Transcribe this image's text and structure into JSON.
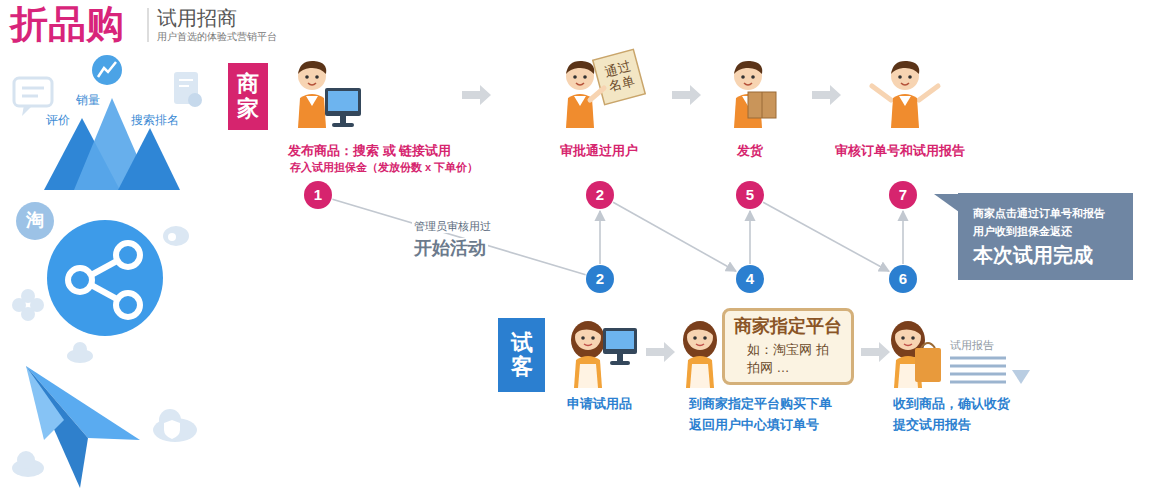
{
  "diagram": {
    "title": "折品购",
    "nodes": [
      {
        "text": [
          "商家"
        ]
      },
      {
        "text": [
          "1"
        ]
      },
      {
        "text": [
          "2"
        ]
      },
      {
        "text": [
          "5"
        ]
      },
      {
        "text": [
          "7"
        ]
      },
      {
        "text": [
          "商家点击通过订单号和报告 用户收到担保金返还",
          "本次试用完成"
        ]
      },
      {
        "text": [
          "2"
        ]
      },
      {
        "text": [
          "4"
        ]
      },
      {
        "text": [
          "6"
        ]
      },
      {
        "text": [
          "试客"
        ]
      },
      {
        "text": [
          "商家指定平台",
          "如：淘宝网 拍拍网 …"
        ]
      }
    ],
    "edges": [
      {
        "from": 1,
        "to": 6,
        "arrow": "none",
        "label": "开始活动"
      },
      {
        "from": 6,
        "to": 2,
        "arrow": "to"
      },
      {
        "from": 2,
        "to": 7,
        "arrow": "to"
      },
      {
        "from": 7,
        "to": 3,
        "arrow": "to"
      },
      {
        "from": 3,
        "to": 8,
        "arrow": "to"
      },
      {
        "from": 8,
        "to": 4,
        "arrow": "to"
      }
    ],
    "labels": [
      "试用招商",
      "用户首选的体验式营销平台",
      "评价",
      "销量",
      "搜索排名",
      "发布商品：搜索 或 链接试用",
      "存入试用担保金（发放份数 x 下单价）",
      "通过名单",
      "审批通过用户",
      "发货",
      "审核订单号和试用报告",
      "管理员审核用过",
      "申请试用品",
      "到商家指定平台购买下单",
      "返回用户中心填订单号",
      "试用报告",
      "收到商品，确认收货",
      "提交试用报告",
      "淘"
    ]
  }
}
